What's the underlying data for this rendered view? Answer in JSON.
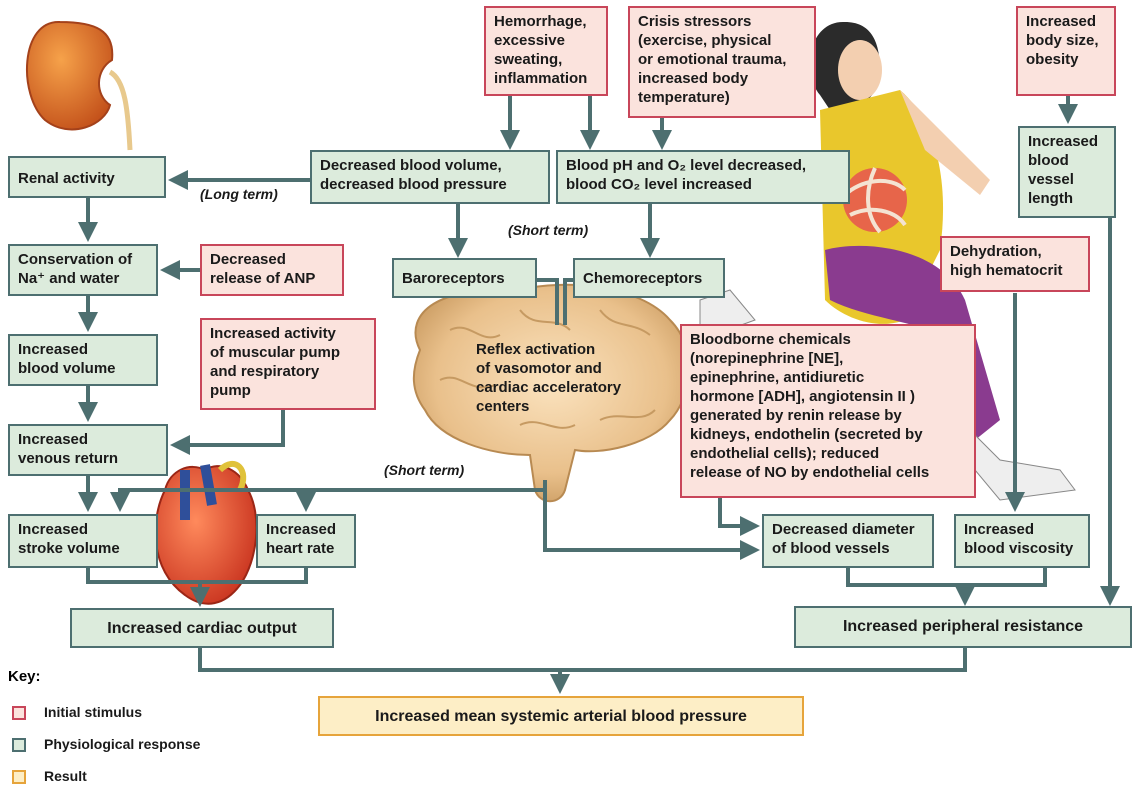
{
  "nodes": {
    "renal_activity": "Renal activity",
    "conservation": "Conservation of\nNa⁺ and water",
    "decreased_anp": "Decreased\nrelease of ANP",
    "increased_blood_volume": "Increased\nblood volume",
    "muscular_pump": "Increased activity\nof muscular pump\nand respiratory\npump",
    "increased_venous_return": "Increased\nvenous return",
    "increased_stroke_volume": "Increased\nstroke volume",
    "increased_heart_rate": "Increased\nheart rate",
    "increased_cardiac_output": "Increased cardiac output",
    "hemorrhage": "Hemorrhage,\nexcessive\nsweating,\ninflammation",
    "crisis_stressors": "Crisis stressors\n(exercise, physical\nor emotional trauma,\nincreased body\ntemperature)",
    "decreased_blood_volume": "Decreased blood volume,\ndecreased blood pressure",
    "blood_ph": "Blood pH and O₂ level decreased,\nblood CO₂ level increased",
    "baroreceptors": "Baroreceptors",
    "chemoreceptors": "Chemoreceptors",
    "reflex_activation": "Reflex activation\nof vasomotor and\ncardiac acceleratory\ncenters",
    "increased_body_size": "Increased\nbody size,\nobesity",
    "increased_vessel_length": "Increased\nblood\nvessel\nlength",
    "dehydration": "Dehydration,\nhigh hematocrit",
    "bloodborne_chemicals": "Bloodborne chemicals\n(norepinephrine [NE],\nepinephrine, antidiuretic\nhormone [ADH], angiotensin II )\ngenerated by renin release by\nkidneys, endothelin (secreted by\nendothelial cells); reduced\nrelease of NO by endothelial cells",
    "decreased_diameter": "Decreased diameter\nof blood vessels",
    "increased_viscosity": "Increased\nblood viscosity",
    "increased_peripheral_resistance": "Increased peripheral resistance",
    "result": "Increased mean systemic arterial blood pressure"
  },
  "labels": {
    "long_term": "(Long term)",
    "short_term_upper": "(Short term)",
    "short_term_lower": "(Short term)"
  },
  "key": {
    "title": "Key:",
    "items": [
      {
        "label": "Initial stimulus",
        "color": "#c8465a",
        "fill": "#fbe3dd"
      },
      {
        "label": "Physiological response",
        "color": "#4d6f70",
        "fill": "#dcebdc"
      },
      {
        "label": "Result",
        "color": "#e6a43b",
        "fill": "#fdeec6"
      }
    ]
  },
  "colors": {
    "arrow": "#4d6f70",
    "response_fill": "#dcebdc",
    "stimulus_fill": "#fbe3dd",
    "result_fill": "#fdeec6"
  },
  "illustrations": [
    "kidney-illustration",
    "heart-illustration",
    "brain-illustration",
    "basketball-player-illustration"
  ]
}
